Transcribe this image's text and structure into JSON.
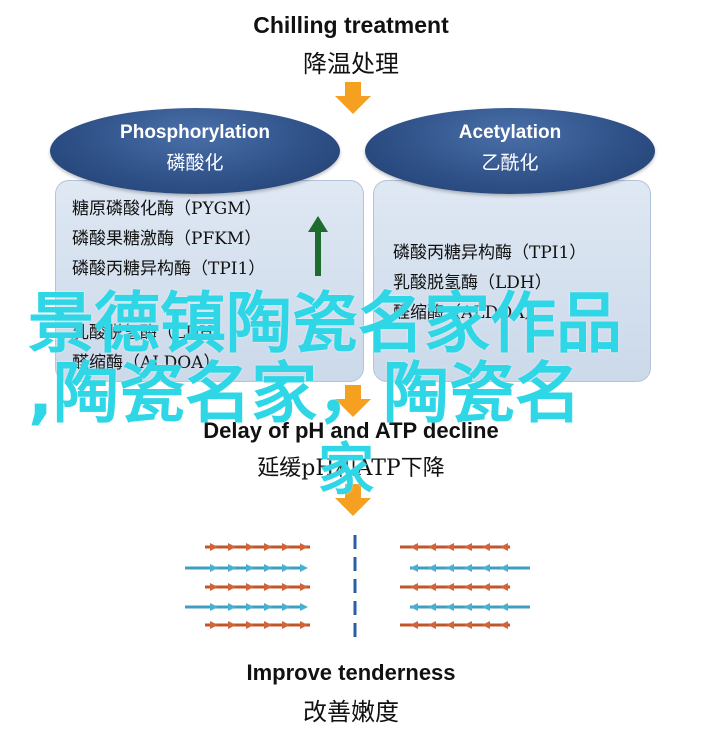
{
  "top": {
    "title_en": "Chilling treatment",
    "title_zh": "降温处理"
  },
  "left_panel": {
    "heading_en": "Phosphorylation",
    "heading_zh": "磷酸化",
    "enzymes": [
      "糖原磷酸化酶（PYGM）",
      "磷酸果糖激酶（PFKM）",
      "磷酸丙糖异构酶（TPI1）",
      "乳酸脱氢酶（LDH）",
      "醛缩酶（ALDOA）"
    ]
  },
  "right_panel": {
    "heading_en": "Acetylation",
    "heading_zh": "乙酰化",
    "enzymes": [
      "磷酸丙糖异构酶（TPI1）",
      "乳酸脱氢酶（LDH）",
      "醛缩酶（ALDOA）"
    ]
  },
  "middle": {
    "title_en": "Delay of pH and ATP decline",
    "title_zh": "延缓pH和ATP下降"
  },
  "bottom": {
    "title_en": "Improve tenderness",
    "title_zh": "改善嫩度"
  },
  "watermark": {
    "line1": "景德镇陶瓷名家作品",
    "line2": ",陶瓷名家，陶瓷名",
    "line3": "家"
  },
  "colors": {
    "oval": "#2d4f86",
    "arrow_orange": "#f5a020",
    "arrow_green": "#1e6b2e",
    "watermark": "#2fd6e6",
    "panel": "#d4e0ee"
  },
  "icons": {
    "down_arrow": "orange-down-arrow",
    "up_arrow": "green-up-arrow",
    "muscle": "muscle-fiber-diagram"
  }
}
